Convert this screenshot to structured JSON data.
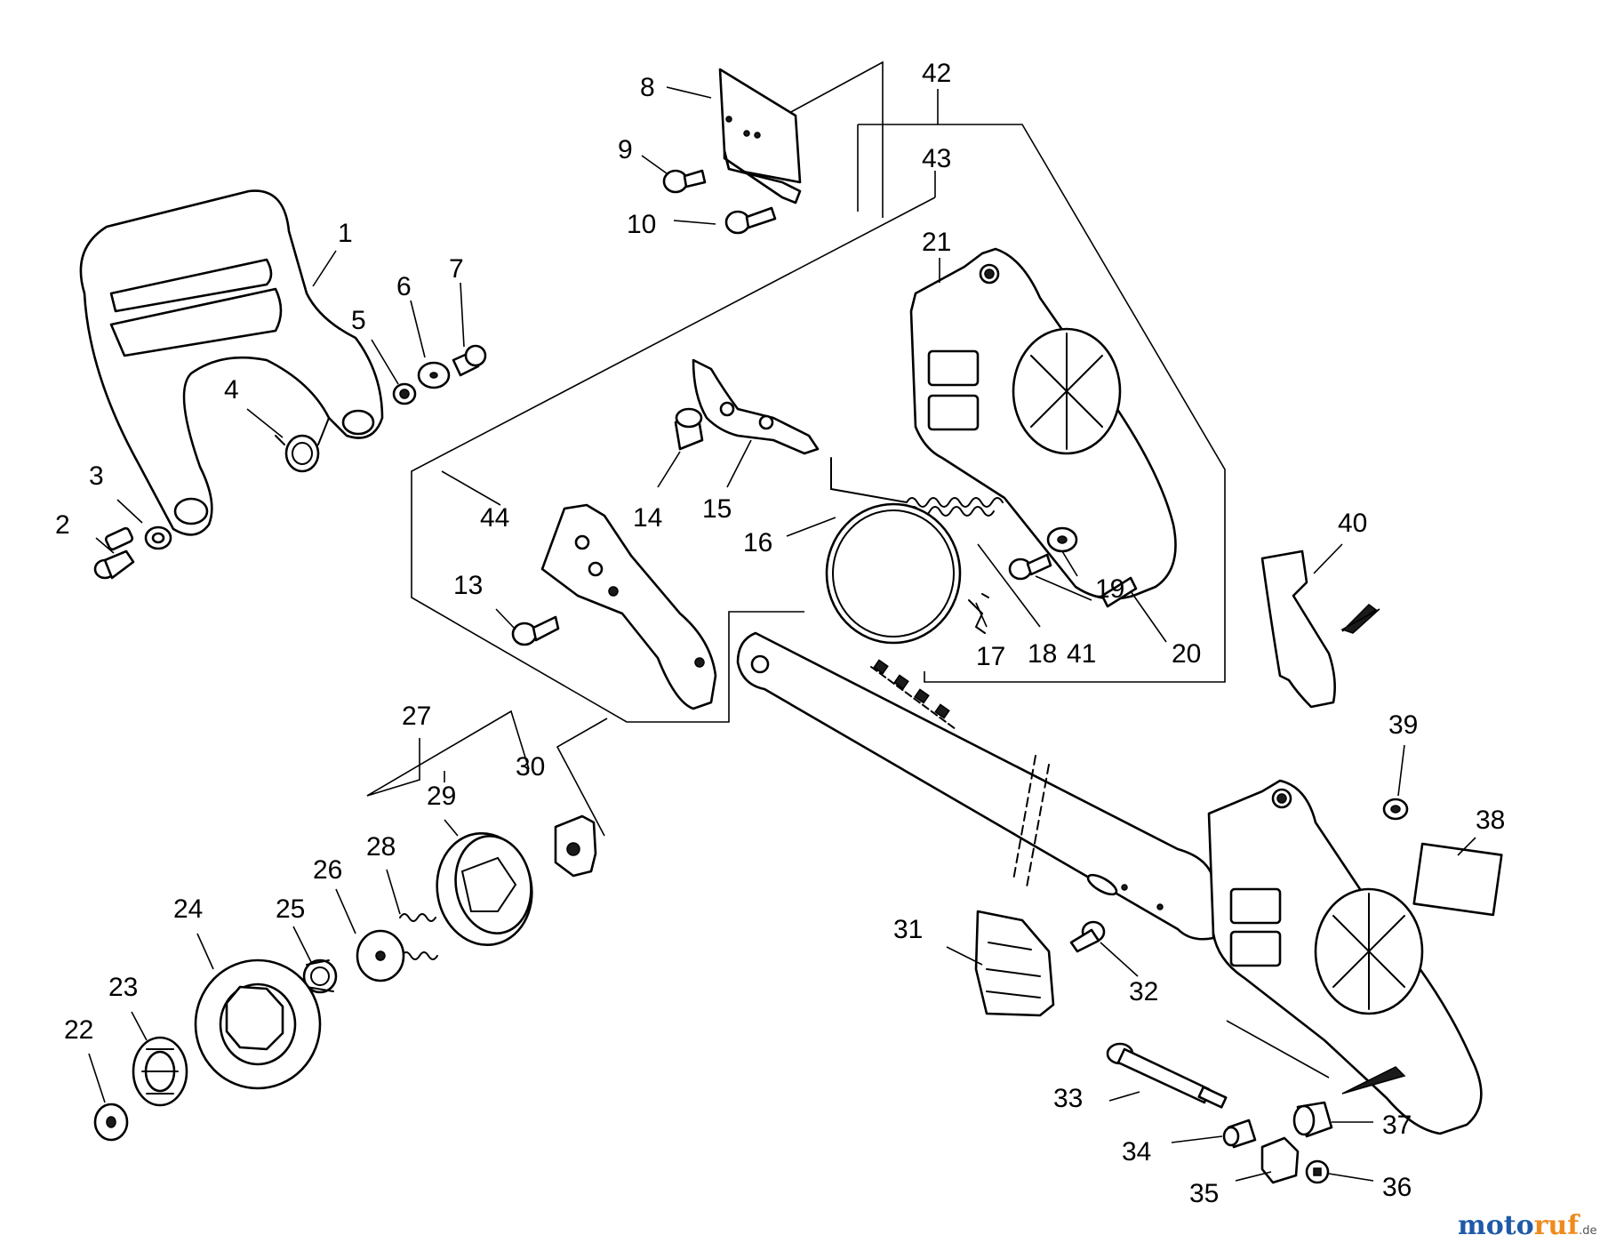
{
  "labels": {
    "p1": "1",
    "p2": "2",
    "p3": "3",
    "p4": "4",
    "p5": "5",
    "p6": "6",
    "p7": "7",
    "p8": "8",
    "p9": "9",
    "p10": "10",
    "p13": "13",
    "p14": "14",
    "p15": "15",
    "p16": "16",
    "p17": "17",
    "p18": "18",
    "p19": "19",
    "p20": "20",
    "p21": "21",
    "p22": "22",
    "p23": "23",
    "p24": "24",
    "p25": "25",
    "p26": "26",
    "p27": "27",
    "p28": "28",
    "p29": "29",
    "p30": "30",
    "p31": "31",
    "p32": "32",
    "p33": "33",
    "p34": "34",
    "p35": "35",
    "p36": "36",
    "p37": "37",
    "p38": "38",
    "p39": "39",
    "p40": "40",
    "p41": "41",
    "p42": "42",
    "p43": "43",
    "p44": "44"
  },
  "watermark": {
    "part_a": "moto",
    "part_b": "ruf",
    "suffix": ".de"
  },
  "colors": {
    "line": "#000000",
    "watermark_blue": "#1f5aa8",
    "watermark_orange": "#f08a1c"
  }
}
